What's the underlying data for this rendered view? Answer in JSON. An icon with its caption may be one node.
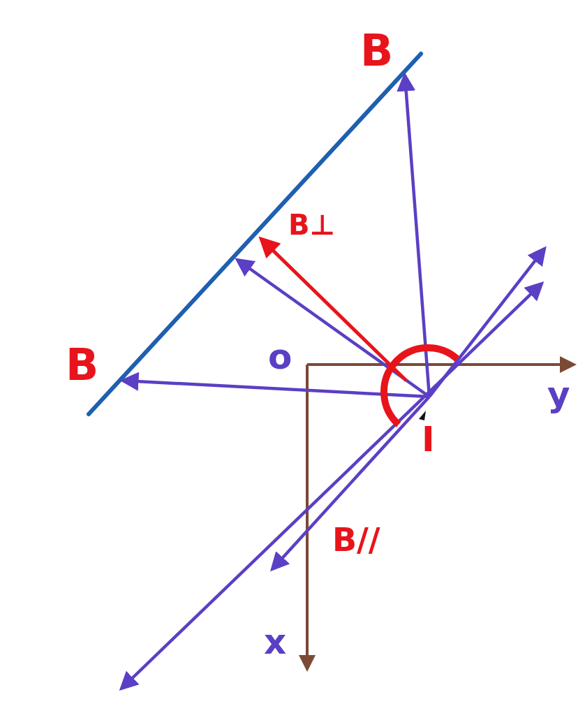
{
  "diagram": {
    "labels": [
      "B",
      "B⊥",
      "o",
      "B",
      "y",
      "I",
      "B//",
      "x"
    ]
  }
}
